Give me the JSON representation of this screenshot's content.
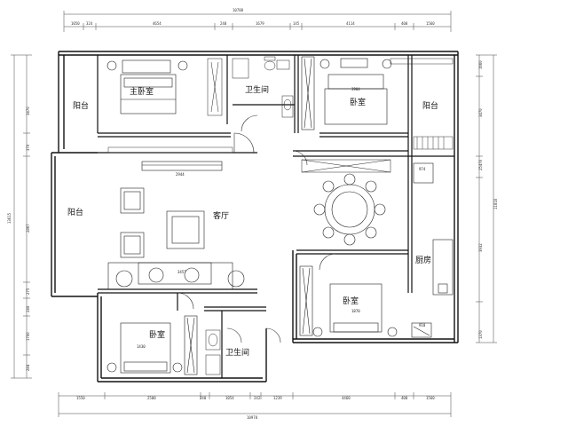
{
  "top_dims": {
    "total": "10788",
    "segments": [
      "1050",
      "324",
      "4654",
      "240",
      "1679",
      "145",
      "4114",
      "400",
      "1560"
    ]
  },
  "bottom_dims": {
    "total": "10978",
    "segments": [
      "1550",
      "2500",
      "240",
      "1054",
      "242",
      "1239",
      "4460",
      "400",
      "1560"
    ]
  },
  "left_dims": {
    "total": "13615",
    "segments": [
      "3470",
      "370",
      "2867",
      "275",
      "240",
      "1700",
      "284"
    ]
  },
  "right_dims": {
    "total": "11818",
    "segments": [
      "1660",
      "3470",
      "25470",
      "3932",
      "1370"
    ]
  },
  "rooms": {
    "master_bedroom": "主卧室",
    "balcony_left_top": "阳台",
    "bathroom_top": "卫生间",
    "bedroom_top_right": "卧室",
    "balcony_right_top": "阳台",
    "balcony_left": "阳台",
    "living_room": "客厅",
    "kitchen": "厨房",
    "bedroom_right": "卧室",
    "bedroom_bottom_left": "卧室",
    "bathroom_bottom": "卫生间"
  },
  "furniture_tags": {
    "tv_cabinet": "2944",
    "sofa": "3457",
    "fridge": "974",
    "counter": "910",
    "bed_top_right": "3904",
    "bed_right": "1870",
    "bed_bottom": "1430"
  }
}
